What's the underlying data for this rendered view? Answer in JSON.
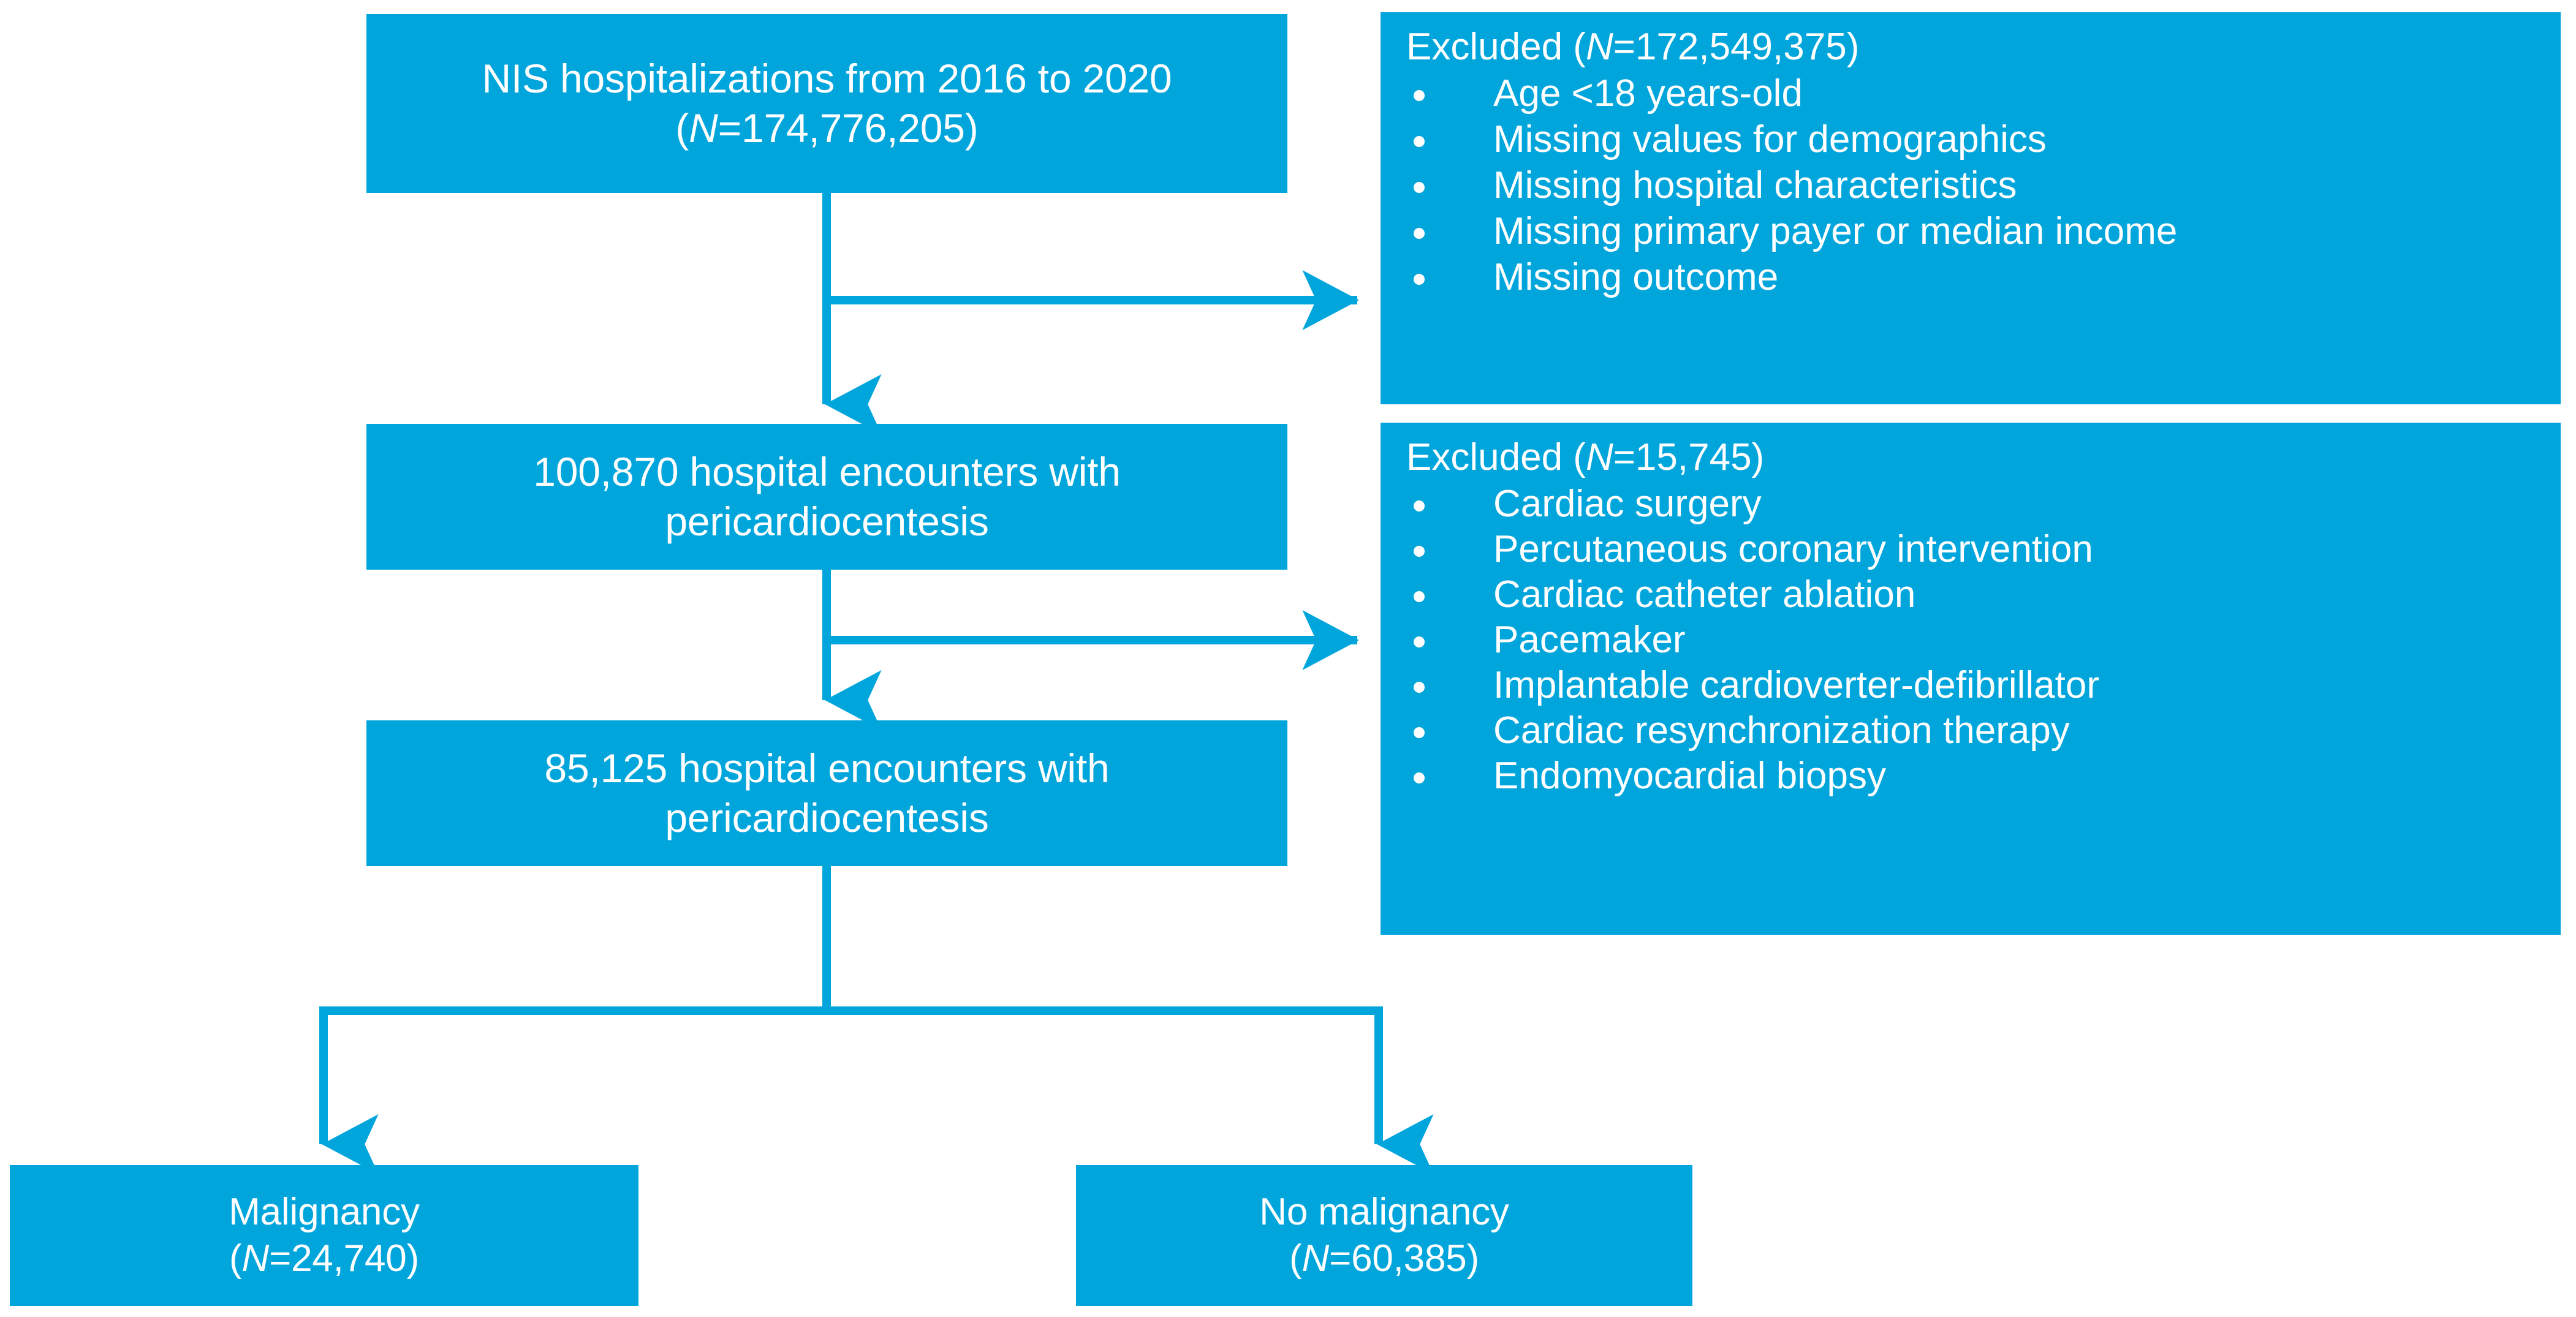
{
  "theme": {
    "accent_blue": "#00A5DC",
    "text_color": "#FFFFFF",
    "background": "#FFFFFF"
  },
  "flow": {
    "source_box": {
      "line1": "NIS hospitalizations from 2016 to 2020",
      "line2_prefix": "(",
      "line2_italic": "N",
      "line2_suffix": "=174,776,205)"
    },
    "step1_box": {
      "line1": "100,870 hospital encounters with",
      "line2": "pericardiocentesis"
    },
    "step2_box": {
      "line1": "85,125 hospital encounters with",
      "line2": "pericardiocentesis"
    },
    "group_malignancy": {
      "line1": "Malignancy",
      "line2_prefix": "(",
      "line2_italic": "N",
      "line2_suffix": "=24,740)"
    },
    "group_no_malignancy": {
      "line1": "No malignancy",
      "line2_prefix": "(",
      "line2_italic": "N",
      "line2_suffix": "=60,385)"
    }
  },
  "excluded_panels": [
    {
      "title_prefix": "Excluded (",
      "title_italic": "N",
      "title_suffix": "=172,549,375)",
      "items": [
        "Age <18 years-old",
        "Missing values for demographics",
        "Missing hospital characteristics",
        "Missing primary payer or median income",
        "Missing outcome"
      ]
    },
    {
      "title_prefix": "Excluded (",
      "title_italic": "N",
      "title_suffix": "=15,745)",
      "items": [
        "Cardiac surgery",
        "Percutaneous coronary intervention",
        "Cardiac catheter ablation",
        "Pacemaker",
        "Implantable cardioverter-defibrillator",
        "Cardiac resynchronization therapy",
        "Endomyocardial biopsy"
      ]
    }
  ],
  "chart_data": {
    "type": "diagram",
    "title": "Study cohort selection flow (CONSORT-style)",
    "nodes": [
      {
        "id": "source",
        "label": "NIS hospitalizations from 2016 to 2020",
        "n": 174776205
      },
      {
        "id": "excluded-1",
        "label": "Excluded",
        "n": 172549375
      },
      {
        "id": "step1",
        "label": "hospital encounters with pericardiocentesis",
        "n": 100870
      },
      {
        "id": "excluded-2",
        "label": "Excluded",
        "n": 15745
      },
      {
        "id": "step2",
        "label": "hospital encounters with pericardiocentesis",
        "n": 85125
      },
      {
        "id": "malignancy",
        "label": "Malignancy",
        "n": 24740
      },
      {
        "id": "no-malignancy",
        "label": "No malignancy",
        "n": 60385
      }
    ],
    "edges": [
      {
        "from": "source",
        "to": "excluded-1"
      },
      {
        "from": "source",
        "to": "step1"
      },
      {
        "from": "step1",
        "to": "excluded-2"
      },
      {
        "from": "step1",
        "to": "step2"
      },
      {
        "from": "step2",
        "to": "malignancy"
      },
      {
        "from": "step2",
        "to": "no-malignancy"
      }
    ]
  }
}
